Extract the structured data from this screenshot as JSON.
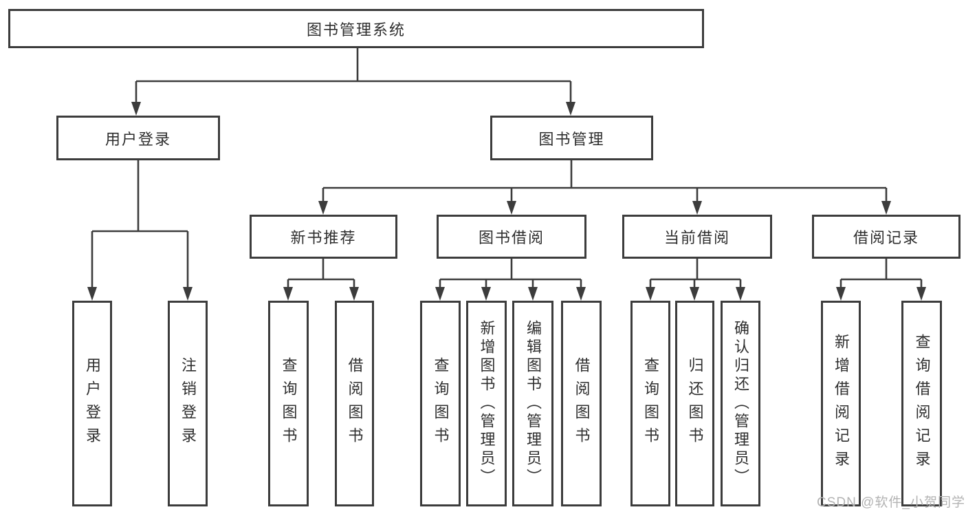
{
  "tree": {
    "root": {
      "label": "图书管理系统"
    },
    "children": [
      {
        "label": "用户登录",
        "children": [
          {
            "label": "用户登录"
          },
          {
            "label": "注销登录"
          }
        ]
      },
      {
        "label": "图书管理",
        "children": [
          {
            "label": "新书推荐",
            "children": [
              {
                "label": "查询图书"
              },
              {
                "label": "借阅图书"
              }
            ]
          },
          {
            "label": "图书借阅",
            "children": [
              {
                "label": "查询图书"
              },
              {
                "label": "新增图书（管理员）"
              },
              {
                "label": "编辑图书（管理员）"
              },
              {
                "label": "借阅图书"
              }
            ]
          },
          {
            "label": "当前借阅",
            "children": [
              {
                "label": "查询图书"
              },
              {
                "label": "归还图书"
              },
              {
                "label": "确认归还（管理员）"
              }
            ]
          },
          {
            "label": "借阅记录",
            "children": [
              {
                "label": "新增借阅记录"
              },
              {
                "label": "查询借阅记录"
              }
            ]
          }
        ]
      }
    ]
  },
  "watermark": {
    "text": "CSDN @软件_小贺同学"
  },
  "colors": {
    "line": "#3c3c3c",
    "box_border": "#3c3c3c",
    "text": "#2e2e2e",
    "watermark": "#b3b3b3",
    "background": "#ffffff"
  }
}
